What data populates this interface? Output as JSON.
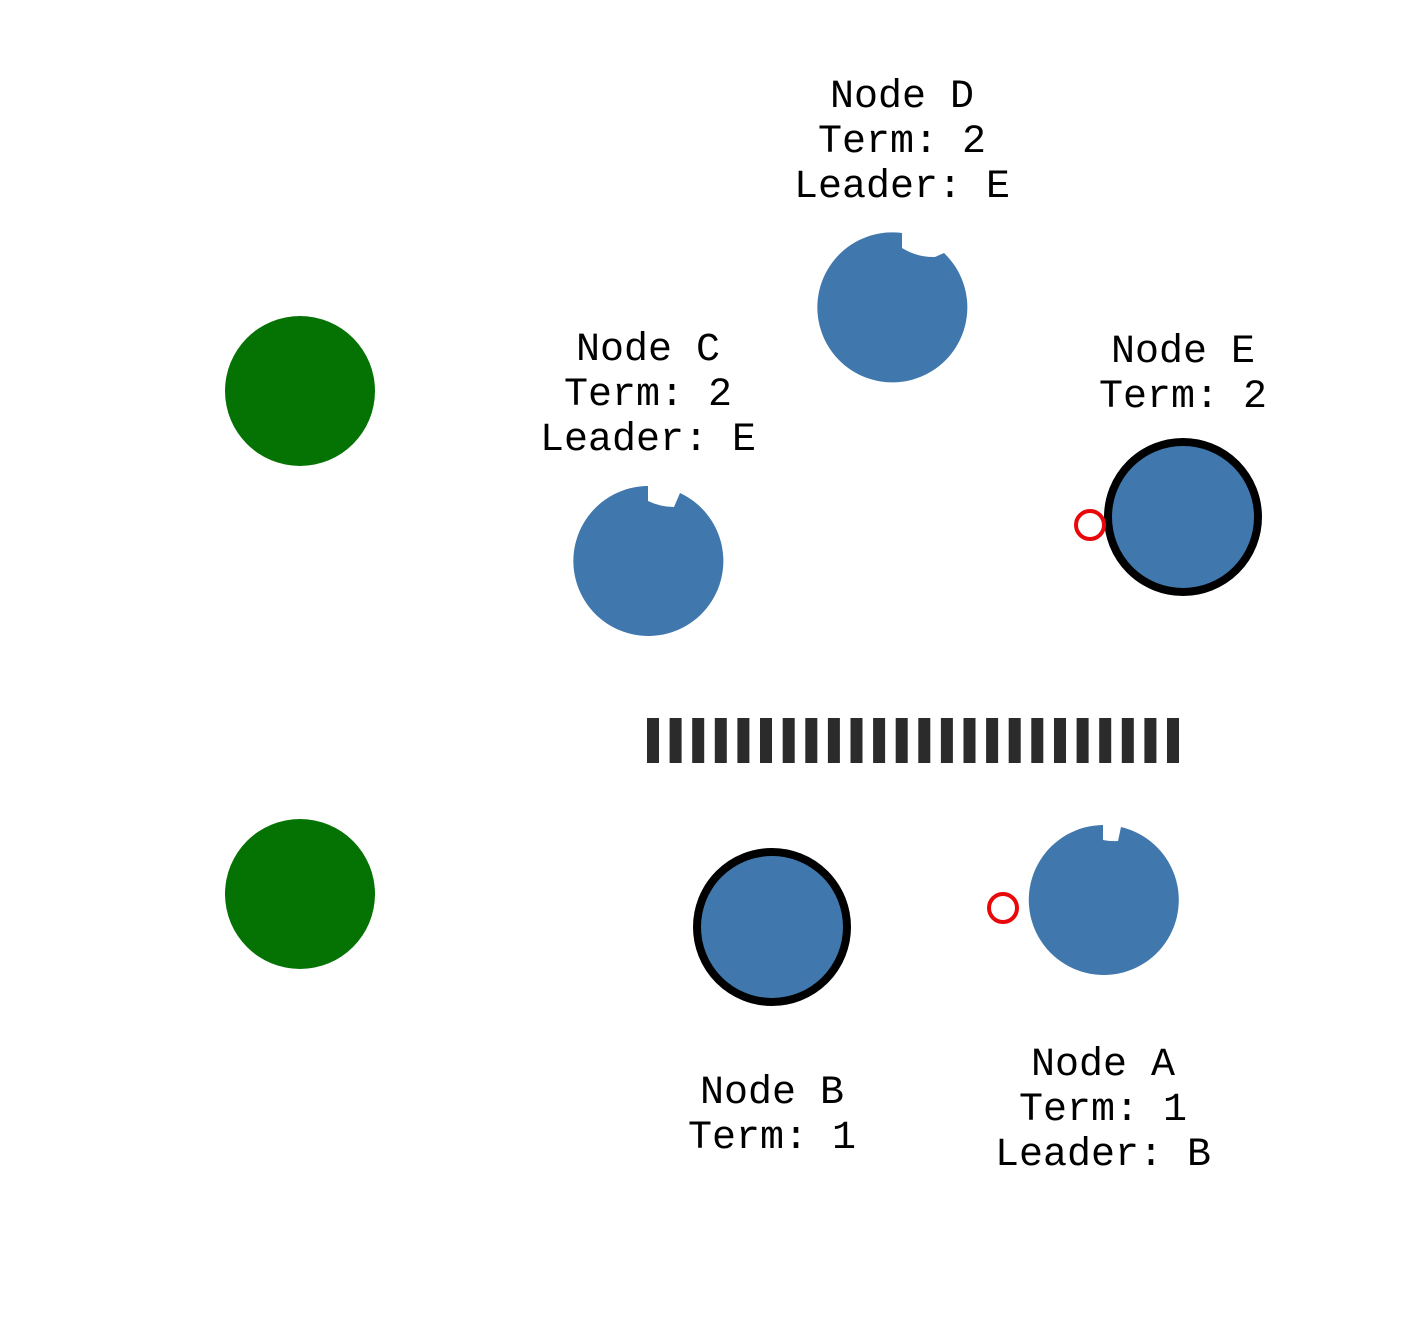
{
  "colors": {
    "node_fill": "#4078ad",
    "client_fill": "#047303",
    "leader_stroke": "#000000",
    "message_stroke": "#e8080a",
    "partition": "#2b2b2b"
  },
  "clients": [
    {
      "id": "client-1"
    },
    {
      "id": "client-2"
    }
  ],
  "nodes": [
    {
      "id": "D",
      "lines": [
        "Node D",
        "Term: 2",
        "Leader: E"
      ],
      "role": "follower",
      "timeout_notch": true
    },
    {
      "id": "C",
      "lines": [
        "Node C",
        "Term: 2",
        "Leader: E"
      ],
      "role": "follower",
      "timeout_notch": true
    },
    {
      "id": "E",
      "lines": [
        "Node E",
        "Term: 2"
      ],
      "role": "leader",
      "timeout_notch": false
    },
    {
      "id": "B",
      "lines": [
        "Node B",
        "Term: 1"
      ],
      "role": "leader",
      "timeout_notch": false
    },
    {
      "id": "A",
      "lines": [
        "Node A",
        "Term: 1",
        "Leader: B"
      ],
      "role": "follower",
      "timeout_notch": true
    }
  ],
  "messages": [
    {
      "id": "msg-near-E",
      "from": "E"
    },
    {
      "id": "msg-near-A",
      "from": "A"
    }
  ],
  "partition": {
    "segments": 24
  }
}
